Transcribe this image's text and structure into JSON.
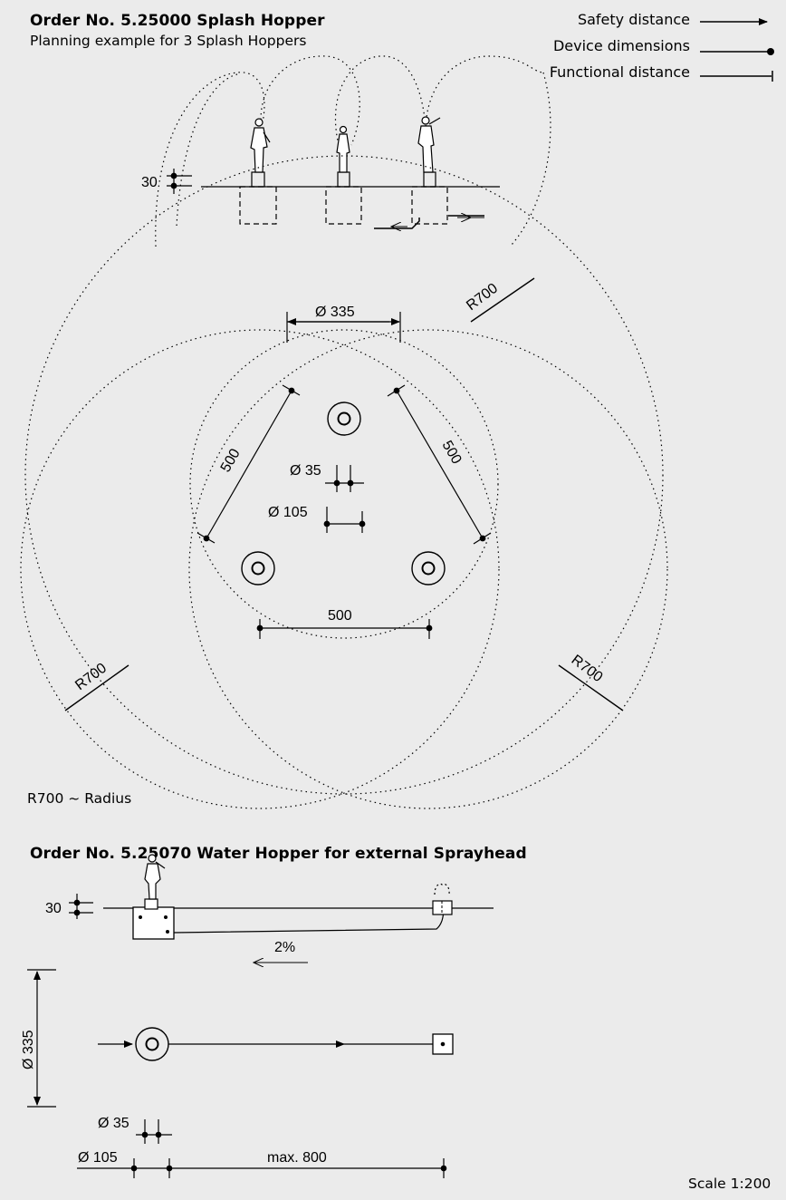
{
  "section1": {
    "title": "Order No. 5.25000 Splash Hopper",
    "subtitle": "Planning example for 3 Splash Hoppers"
  },
  "legend": {
    "items": [
      {
        "label": "Safety distance",
        "marker": "arrow"
      },
      {
        "label": "Device dimensions",
        "marker": "dot"
      },
      {
        "label": "Functional distance",
        "marker": "bar"
      }
    ]
  },
  "plan": {
    "elevation_height": "30",
    "diameter_outer": "Ø 335",
    "radius_top_right": "R700",
    "radius_left": "R700",
    "radius_right": "R700",
    "distance_left": "500",
    "distance_right": "500",
    "distance_bottom": "500",
    "diameter_inner": "Ø 35",
    "diameter_mid": "Ø 105"
  },
  "radius_note": "R700 ~ Radius",
  "section2": {
    "title": "Order No. 5.25070 Water Hopper for external Sprayhead",
    "elevation_height": "30",
    "slope": "2%",
    "diameter_outer": "Ø 335",
    "diameter_inner": "Ø 35",
    "diameter_mid": "Ø 105",
    "max_distance": "max. 800"
  },
  "scale": "Scale 1:200",
  "colors": {
    "background": "#ebebeb",
    "line": "#000000"
  }
}
